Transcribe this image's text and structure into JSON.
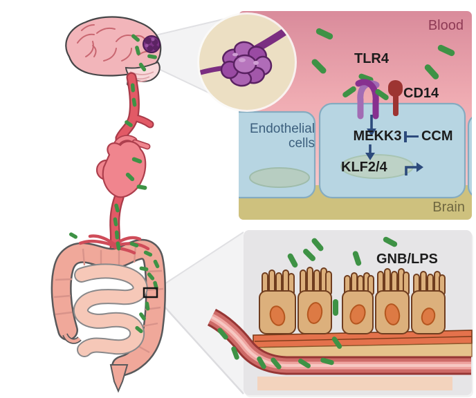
{
  "labels": {
    "blood": "Blood",
    "brain": "Brain",
    "endothelial_cells": "Endothelial cells",
    "tlr4": "TLR4",
    "cd14": "CD14",
    "mekk3": "MEKK3",
    "ccm": "CCM",
    "klf24": "KLF2/4",
    "gnb_lps": "GNB/LPS"
  },
  "colors": {
    "blood_label": "#8e3a55",
    "brain_label": "#6f6740",
    "endothelial_label": "#3c5f7d",
    "gene_label": "#1c1c1c",
    "signal_arrow": "#2c4a7c",
    "bacteria_green": "#3e9245",
    "blood_gradient_top": "#d98b9b",
    "blood_gradient_bottom": "#f7c5c7",
    "brain_band": "#cec17e",
    "endothelial_cell_fill": "#b7d5e2",
    "tlr4_light_purple": "#a26cb4",
    "tlr4_dark_purple": "#87308f",
    "cd14_red": "#9d3432",
    "lesion_purple": "#a257aa",
    "gut_panel_bg": "#e6e5e7",
    "epithelial_cell_fill": "#dcb07c",
    "epithelial_nucleus": "#dd7a44",
    "gut_vessel_red": "#cd6a67",
    "body_vessel_red": "#e25a66",
    "intestine_fill": "#f0a89a",
    "brain_fill": "#f2b5ba"
  }
}
